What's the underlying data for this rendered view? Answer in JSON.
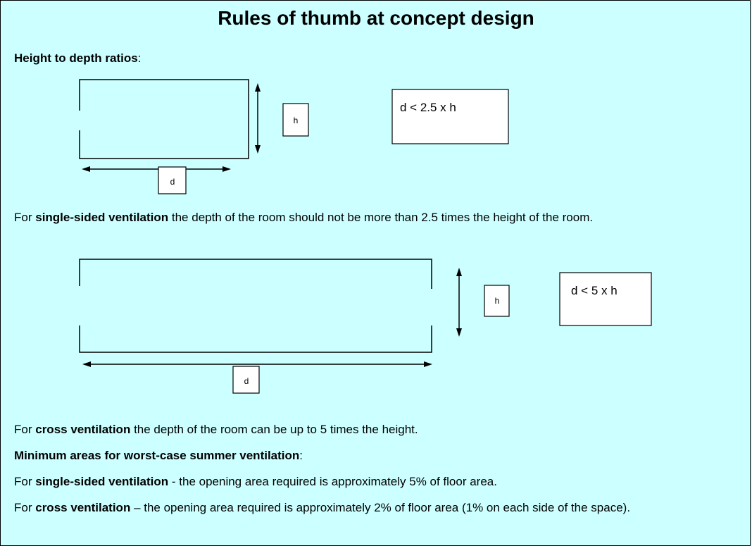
{
  "title": "Rules of thumb at concept design",
  "height_depth": {
    "heading_bold": "Height to depth ratios",
    "heading_tail": ":"
  },
  "diagram1": {
    "h_label": "h",
    "d_label": "d",
    "rule": "d < 2.5 x h"
  },
  "single_sided": {
    "pre": "For ",
    "bold": "single-sided ventilation",
    "post": " the depth of the room should not be more than 2.5 times the height of the room."
  },
  "diagram2": {
    "h_label": "h",
    "d_label": "d",
    "rule": "d < 5 x h"
  },
  "cross": {
    "pre": "For ",
    "bold": "cross ventilation",
    "post": " the depth of the room can be up to 5 times the height."
  },
  "min_areas": {
    "heading_bold": "Minimum areas for worst-case summer ventilation",
    "heading_tail": ":"
  },
  "single_area": {
    "pre": "For ",
    "bold": "single-sided ventilation",
    "post": " - the opening area required is approximately 5% of floor area."
  },
  "cross_area": {
    "pre": "For ",
    "bold": "cross ventilation",
    "post": " – the opening area required is approximately 2% of floor area (1% on each side of the space)."
  }
}
